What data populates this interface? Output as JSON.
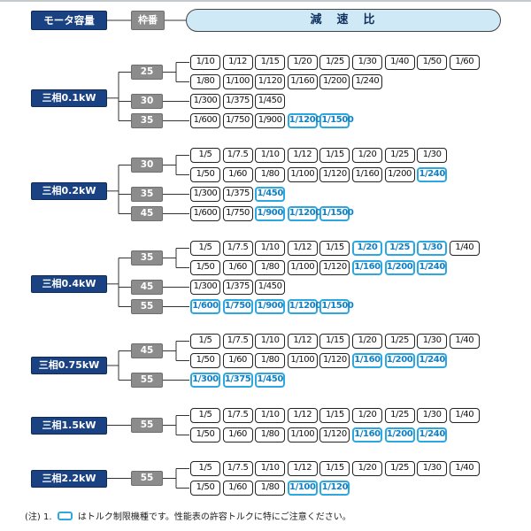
{
  "header": {
    "motor_label": "モータ容量",
    "frame_label": "枠番",
    "ratio_label": "減　速　比"
  },
  "note": {
    "prefix": "(注) 1.",
    "suffix": "はトルク制限機種です。性能表の許容トルクに特にご注意ください。"
  },
  "colors": {
    "motor_box": "#1a4182",
    "frame_box": "#8c8c8c",
    "ratio_header_bg": "#cfe9f7",
    "torque_limited_border": "#2da7e0",
    "torque_limited_text": "#0f7fc4"
  },
  "groups": [
    {
      "motor": "三相0.1kW",
      "frames": [
        {
          "label": "25",
          "rows": [
            [
              "1/10",
              "1/12",
              "1/15",
              "1/20",
              "1/25",
              "1/30",
              "1/40",
              "1/50",
              "1/60"
            ],
            [
              "1/80",
              "1/100",
              "1/120",
              "1/160",
              "1/200",
              "1/240"
            ]
          ],
          "limited": []
        },
        {
          "label": "30",
          "rows": [
            [
              "1/300",
              "1/375",
              "1/450"
            ]
          ],
          "limited": []
        },
        {
          "label": "35",
          "rows": [
            [
              "1/600",
              "1/750",
              "1/900",
              "1/1200",
              "1/1500"
            ]
          ],
          "limited": [
            "1/1200",
            "1/1500"
          ]
        }
      ]
    },
    {
      "motor": "三相0.2kW",
      "frames": [
        {
          "label": "30",
          "rows": [
            [
              "1/5",
              "1/7.5",
              "1/10",
              "1/12",
              "1/15",
              "1/20",
              "1/25",
              "1/30"
            ],
            [
              "1/50",
              "1/60",
              "1/80",
              "1/100",
              "1/120",
              "1/160",
              "1/200",
              "1/240"
            ]
          ],
          "limited": [
            "1/240"
          ]
        },
        {
          "label": "35",
          "rows": [
            [
              "1/300",
              "1/375",
              "1/450"
            ]
          ],
          "limited": [
            "1/450"
          ]
        },
        {
          "label": "45",
          "rows": [
            [
              "1/600",
              "1/750",
              "1/900",
              "1/1200",
              "1/1500"
            ]
          ],
          "limited": [
            "1/900",
            "1/1200",
            "1/1500"
          ]
        }
      ]
    },
    {
      "motor": "三相0.4kW",
      "frames": [
        {
          "label": "35",
          "rows": [
            [
              "1/5",
              "1/7.5",
              "1/10",
              "1/12",
              "1/15",
              "1/20",
              "1/25",
              "1/30",
              "1/40"
            ],
            [
              "1/50",
              "1/60",
              "1/80",
              "1/100",
              "1/120",
              "1/160",
              "1/200",
              "1/240"
            ]
          ],
          "limited": [
            "1/20",
            "1/25",
            "1/30",
            "1/160",
            "1/200",
            "1/240"
          ]
        },
        {
          "label": "45",
          "rows": [
            [
              "1/300",
              "1/375",
              "1/450"
            ]
          ],
          "limited": []
        },
        {
          "label": "55",
          "rows": [
            [
              "1/600",
              "1/750",
              "1/900",
              "1/1200",
              "1/1500"
            ]
          ],
          "limited": [
            "1/600",
            "1/750",
            "1/900",
            "1/1200",
            "1/1500"
          ]
        }
      ]
    },
    {
      "motor": "三相0.75kW",
      "frames": [
        {
          "label": "45",
          "rows": [
            [
              "1/5",
              "1/7.5",
              "1/10",
              "1/12",
              "1/15",
              "1/20",
              "1/25",
              "1/30",
              "1/40"
            ],
            [
              "1/50",
              "1/60",
              "1/80",
              "1/100",
              "1/120",
              "1/160",
              "1/200",
              "1/240"
            ]
          ],
          "limited": [
            "1/160",
            "1/200",
            "1/240"
          ]
        },
        {
          "label": "55",
          "rows": [
            [
              "1/300",
              "1/375",
              "1/450"
            ]
          ],
          "limited": [
            "1/300",
            "1/375",
            "1/450"
          ]
        }
      ]
    },
    {
      "motor": "三相1.5kW",
      "frames": [
        {
          "label": "55",
          "rows": [
            [
              "1/5",
              "1/7.5",
              "1/10",
              "1/12",
              "1/15",
              "1/20",
              "1/25",
              "1/30",
              "1/40"
            ],
            [
              "1/50",
              "1/60",
              "1/80",
              "1/100",
              "1/120",
              "1/160",
              "1/200",
              "1/240"
            ]
          ],
          "limited": [
            "1/160",
            "1/200",
            "1/240"
          ]
        }
      ]
    },
    {
      "motor": "三相2.2kW",
      "frames": [
        {
          "label": "55",
          "rows": [
            [
              "1/5",
              "1/7.5",
              "1/10",
              "1/12",
              "1/15",
              "1/20",
              "1/25",
              "1/30",
              "1/40"
            ],
            [
              "1/50",
              "1/60",
              "1/80",
              "1/100",
              "1/120"
            ]
          ],
          "limited": [
            "1/100",
            "1/120"
          ]
        }
      ]
    }
  ]
}
